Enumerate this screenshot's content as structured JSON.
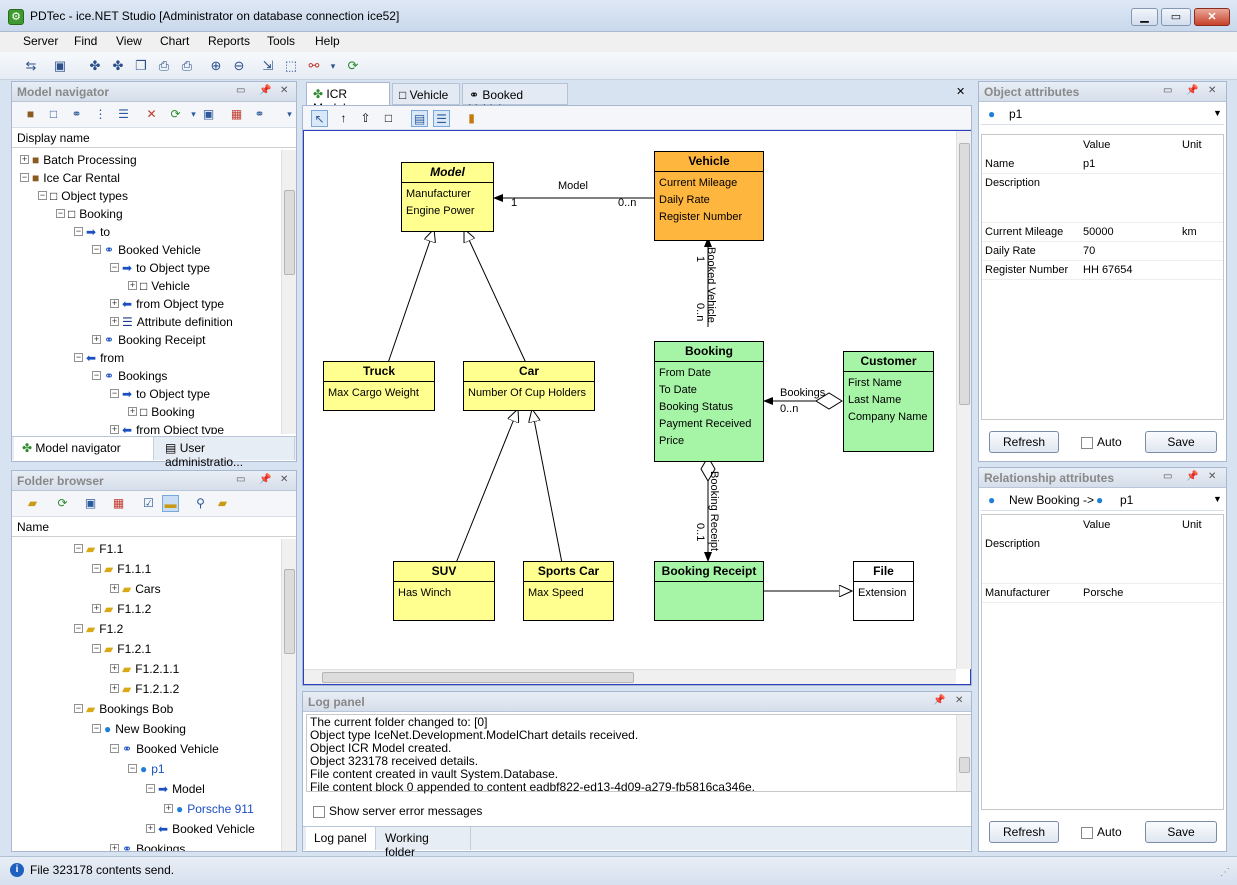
{
  "window": {
    "title": "PDTec - ice.NET Studio [Administrator on database connection ice52]"
  },
  "menu": [
    "Server",
    "Find",
    "View",
    "Chart",
    "Reports",
    "Tools",
    "Help"
  ],
  "model_navigator": {
    "title": "Model navigator",
    "column": "Display name",
    "items": [
      {
        "label": "Batch Processing",
        "depth": 0,
        "icon": "cube-icon"
      },
      {
        "label": "Ice Car Rental",
        "depth": 0,
        "icon": "cube-icon"
      },
      {
        "label": "Object types",
        "depth": 1,
        "icon": "box-icon"
      },
      {
        "label": "Booking",
        "depth": 2,
        "icon": "box-icon"
      },
      {
        "label": "to",
        "depth": 3,
        "icon": "arrow-right-icon"
      },
      {
        "label": "Booked Vehicle",
        "depth": 4,
        "icon": "link-icon"
      },
      {
        "label": "to Object type",
        "depth": 5,
        "icon": "arrow-right-icon"
      },
      {
        "label": "Vehicle",
        "depth": 6,
        "icon": "box-icon"
      },
      {
        "label": "from Object type",
        "depth": 5,
        "icon": "arrow-left-icon"
      },
      {
        "label": "Attribute definition",
        "depth": 5,
        "icon": "list-icon"
      },
      {
        "label": "Booking Receipt",
        "depth": 4,
        "icon": "link-icon"
      },
      {
        "label": "from",
        "depth": 3,
        "icon": "arrow-left-icon"
      },
      {
        "label": "Bookings",
        "depth": 4,
        "icon": "link-icon"
      },
      {
        "label": "to Object type",
        "depth": 5,
        "icon": "arrow-right-icon"
      },
      {
        "label": "Booking",
        "depth": 6,
        "icon": "box-icon"
      },
      {
        "label": "from Object type",
        "depth": 5,
        "icon": "arrow-left-icon"
      }
    ],
    "tabs": [
      "Model navigator",
      "User administratio..."
    ]
  },
  "folder_browser": {
    "title": "Folder browser",
    "column": "Name",
    "items": [
      {
        "label": "F1.1",
        "depth": 3,
        "icon": "folder-icon"
      },
      {
        "label": "F1.1.1",
        "depth": 4,
        "icon": "folder-icon"
      },
      {
        "label": "Cars",
        "depth": 5,
        "icon": "folder-icon"
      },
      {
        "label": "F1.1.2",
        "depth": 4,
        "icon": "folder-icon"
      },
      {
        "label": "F1.2",
        "depth": 3,
        "icon": "folder-icon"
      },
      {
        "label": "F1.2.1",
        "depth": 4,
        "icon": "folder-icon"
      },
      {
        "label": "F1.2.1.1",
        "depth": 5,
        "icon": "folder-icon"
      },
      {
        "label": "F1.2.1.2",
        "depth": 5,
        "icon": "folder-icon"
      },
      {
        "label": "Bookings Bob",
        "depth": 3,
        "icon": "folder-icon"
      },
      {
        "label": "New Booking",
        "depth": 4,
        "icon": "dot-icon"
      },
      {
        "label": "Booked Vehicle",
        "depth": 5,
        "icon": "link-icon"
      },
      {
        "label": "p1",
        "depth": 6,
        "icon": "dot-icon",
        "blue": true
      },
      {
        "label": "Model",
        "depth": 7,
        "icon": "arrow-right-icon"
      },
      {
        "label": "Porsche 911",
        "depth": 8,
        "icon": "dot-icon",
        "blue": true
      },
      {
        "label": "Booked Vehicle",
        "depth": 7,
        "icon": "arrow-left-icon"
      },
      {
        "label": "Bookings",
        "depth": 5,
        "icon": "link-icon"
      }
    ]
  },
  "editor": {
    "tabs": [
      "ICR Model",
      "Vehicle",
      "Booked Vehicle"
    ],
    "classes": {
      "model": {
        "name": "Model",
        "attrs": [
          "Manufacturer",
          "Engine Power"
        ]
      },
      "vehicle": {
        "name": "Vehicle",
        "attrs": [
          "Current Mileage",
          "Daily Rate",
          "Register Number"
        ]
      },
      "truck": {
        "name": "Truck",
        "attrs": [
          "Max Cargo Weight"
        ]
      },
      "car": {
        "name": "Car",
        "attrs": [
          "Number Of Cup Holders"
        ]
      },
      "booking": {
        "name": "Booking",
        "attrs": [
          "From Date",
          "To Date",
          "Booking Status",
          "Payment Received",
          "Price"
        ]
      },
      "customer": {
        "name": "Customer",
        "attrs": [
          "First Name",
          "Last Name",
          "Company Name"
        ]
      },
      "suv": {
        "name": "SUV",
        "attrs": [
          "Has Winch"
        ]
      },
      "sportscar": {
        "name": "Sports Car",
        "attrs": [
          "Max Speed"
        ]
      },
      "receipt": {
        "name": "Booking Receipt",
        "attrs": []
      },
      "file": {
        "name": "File",
        "attrs": [
          "Extension"
        ]
      }
    },
    "labels": {
      "model_assoc": "Model",
      "model_one": "1",
      "model_many": "0..n",
      "booked_vehicle": "Booked Vehicle",
      "bv_one": "1",
      "bv_many": "0..n",
      "bookings": "Bookings",
      "bookings_many": "0..n",
      "booking_receipt": "Booking Receipt",
      "br_many": "0..1"
    }
  },
  "log_panel": {
    "title": "Log panel",
    "lines": [
      "The current folder changed to: [0]",
      "Object type IceNet.Development.ModelChart details received.",
      "Object ICR Model created.",
      "Object 323178 received details.",
      "File content created in vault System.Database.",
      "File content block 0 appended to content eadbf822-ed13-4d09-a279-fb5816ca346e."
    ],
    "checkbox": "Show server error messages",
    "tabs": [
      "Log panel",
      "Working folder"
    ]
  },
  "object_attributes": {
    "title": "Object attributes",
    "selector": "p1",
    "col_value": "Value",
    "col_unit": "Unit",
    "rows": [
      {
        "name": "Name",
        "value": "p1",
        "unit": ""
      },
      {
        "name": "Description",
        "value": "",
        "unit": ""
      },
      {
        "name": "Current Mileage",
        "value": "50000",
        "unit": "km"
      },
      {
        "name": "Daily Rate",
        "value": "70",
        "unit": ""
      },
      {
        "name": "Register Number",
        "value": "HH 67654",
        "unit": ""
      }
    ],
    "refresh": "Refresh",
    "auto": "Auto",
    "save": "Save"
  },
  "relationship_attributes": {
    "title": "Relationship attributes",
    "selector_from": "New Booking ->",
    "selector_to": "p1",
    "col_value": "Value",
    "col_unit": "Unit",
    "rows": [
      {
        "name": "Description",
        "value": "",
        "unit": ""
      },
      {
        "name": "Manufacturer",
        "value": "Porsche",
        "unit": ""
      }
    ],
    "refresh": "Refresh",
    "auto": "Auto",
    "save": "Save"
  },
  "status": {
    "text": "File 323178 contents send."
  },
  "colors": {
    "yellow": "#ffff90",
    "orange": "#ffb63f",
    "green": "#a6f4a6",
    "accent": "#1a4fc0"
  }
}
